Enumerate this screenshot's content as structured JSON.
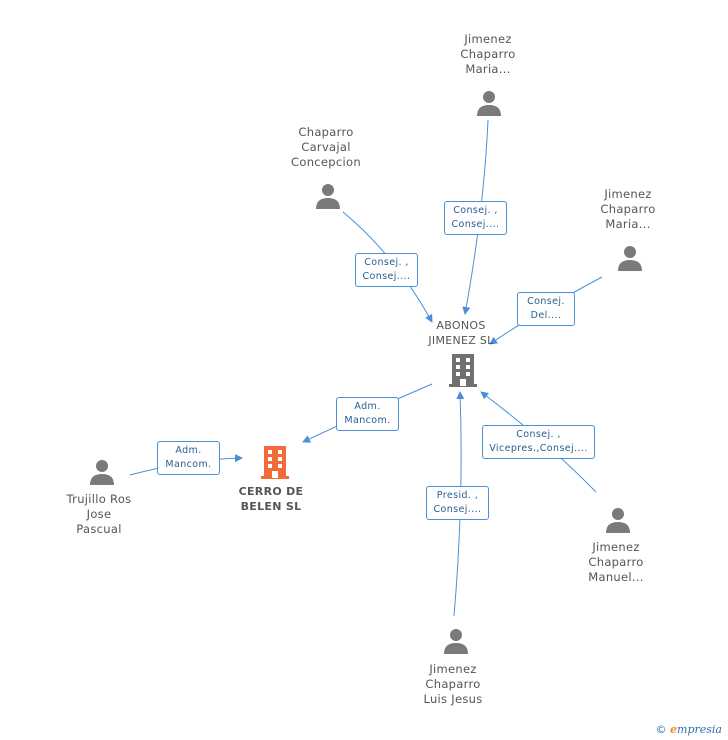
{
  "main_company": {
    "lines": [
      "CERRO DE",
      "BELEN SL"
    ]
  },
  "hub_company": {
    "lines": [
      "ABONOS",
      "JIMENEZ SL"
    ]
  },
  "people": {
    "p_top": {
      "lines": [
        "Jimenez",
        "Chaparro",
        "Maria..."
      ]
    },
    "p_chaparro": {
      "lines": [
        "Chaparro",
        "Carvajal",
        "Concepcion"
      ]
    },
    "p_right": {
      "lines": [
        "Jimenez",
        "Chaparro",
        "Maria..."
      ]
    },
    "p_trujillo": {
      "lines": [
        "Trujillo Ros",
        "Jose",
        "Pascual"
      ]
    },
    "p_manuel": {
      "lines": [
        "Jimenez",
        "Chaparro",
        "Manuel..."
      ]
    },
    "p_luis": {
      "lines": [
        "Jimenez",
        "Chaparro",
        "Luis Jesus"
      ]
    }
  },
  "edges": {
    "e_top": {
      "lines": [
        "Consej. ,",
        "Consej...."
      ]
    },
    "e_chaparro": {
      "lines": [
        "Consej. ,",
        "Consej...."
      ]
    },
    "e_right": {
      "lines": [
        "Consej.",
        "Del...."
      ]
    },
    "e_hub_main": {
      "lines": [
        "Adm.",
        "Mancom."
      ]
    },
    "e_trujillo": {
      "lines": [
        "Adm.",
        "Mancom."
      ]
    },
    "e_manuel": {
      "lines": [
        "Consej. ,",
        "Vicepres.,Consej...."
      ]
    },
    "e_luis": {
      "lines": [
        "Presid. ,",
        "Consej...."
      ]
    }
  },
  "colors": {
    "edge": "#4a90d9",
    "person_icon": "#7a7a7a",
    "main_company": "#f26b3a",
    "hub_company": "#707070"
  },
  "icons": {
    "person": "person-icon",
    "company": "building-icon"
  },
  "brand": {
    "copyright": "©",
    "name_initial": "e",
    "name_rest": "mpresia"
  }
}
